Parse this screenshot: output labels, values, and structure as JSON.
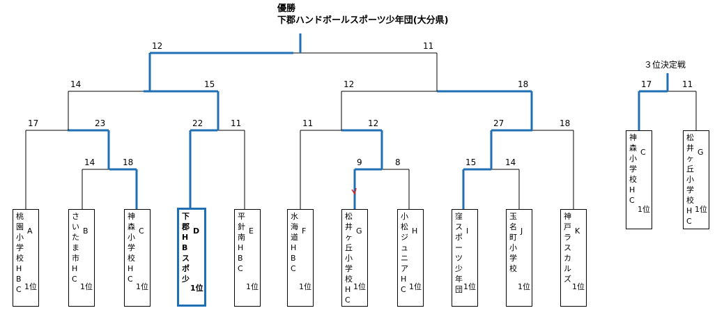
{
  "title": {
    "line1": "優勝",
    "line2": "下郡ハンドボールスポーツ少年団(大分県)"
  },
  "third_place_title": "３位決定戦",
  "colors": {
    "win_line": "#1f6fb5",
    "line": "#000000"
  },
  "teams": [
    {
      "name": "桃園小学校HBC",
      "code": "A",
      "rank": "1位"
    },
    {
      "name": "さいたま市HC",
      "code": "B",
      "rank": "1位"
    },
    {
      "name": "神森小学校HC",
      "code": "C",
      "rank": "1位"
    },
    {
      "name": "下郡HBスポ少",
      "code": "D",
      "rank": "1位"
    },
    {
      "name": "平針南HBC",
      "code": "E",
      "rank": "1位"
    },
    {
      "name": "水海道HBC",
      "code": "F",
      "rank": "1位"
    },
    {
      "name": "松井ヶ丘小学校HC",
      "code": "G",
      "rank": "1位"
    },
    {
      "name": "小松ジュニアHC",
      "code": "H",
      "rank": "1位"
    },
    {
      "name": "窪スポーツ少年団",
      "code": "I",
      "rank": "1位"
    },
    {
      "name": "玉名町小学校",
      "code": "J",
      "rank": "1位"
    },
    {
      "name": "神戸ラスカルズ",
      "code": "K",
      "rank": "1位"
    },
    {
      "name": "神森小学校HC",
      "code": "C",
      "rank": "1位"
    },
    {
      "name": "松井ヶ丘小学校HC",
      "code": "G",
      "rank": "1位"
    }
  ],
  "matches": [
    {
      "left_score": "14",
      "right_score": "18"
    },
    {
      "left_score": "17",
      "right_score": "23"
    },
    {
      "left_score": "22",
      "right_score": "11"
    },
    {
      "left_score": "14",
      "right_score": "15"
    },
    {
      "left_score": "9",
      "right_score": "8"
    },
    {
      "left_score": "11",
      "right_score": "12"
    },
    {
      "left_score": "15",
      "right_score": "14"
    },
    {
      "left_score": "27",
      "right_score": "18"
    },
    {
      "left_score": "12",
      "right_score": "18"
    },
    {
      "left_score": "12",
      "right_score": "11"
    },
    {
      "left_score": "17",
      "right_score": "11"
    }
  ]
}
